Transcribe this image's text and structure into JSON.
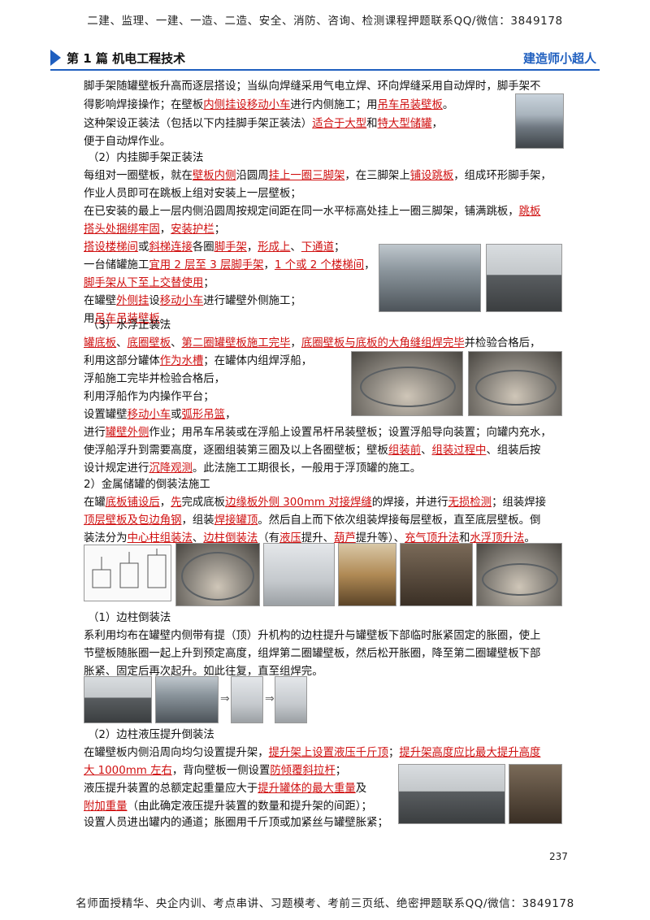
{
  "header": {
    "banner": "二建、监理、一建、一造、二造、安全、消防、咨询、检测课程押题联系QQ/微信：3849178",
    "chapter": "第 1 篇  机电工程技术",
    "brand": "建造师小超人"
  },
  "body": {
    "l1": "脚手架随罐壁板升高而逐层搭设；当纵向焊缝采用气电立焊、环向焊缝采用自动焊时，脚手架不",
    "l2a": "得影响焊接操作；在壁板",
    "l2b": "内侧挂设移动小车",
    "l2c": "进行内侧施工；用",
    "l2d": "吊车吊装壁板",
    "l2e": "。",
    "l3a": "这种架设正装法（包括以下内挂脚手架正装法）",
    "l3b": "适合于大型",
    "l3c": "和",
    "l3d": "特大型储罐",
    "l3e": "，",
    "l4": "便于自动焊作业。",
    "h2": "（2）内挂脚手架正装法",
    "l5a": "每组对一圈壁板，就在",
    "l5b": "壁板内侧",
    "l5c": "沿圆周",
    "l5d": "挂上一圈三脚架",
    "l5e": "，在三脚架上",
    "l5f": "铺设跳板",
    "l5g": "，组成环形脚手架，",
    "l6": "作业人员即可在跳板上组对安装上一层壁板；",
    "l7a": "在已安装的最上一层内侧沿圆周按规定间距在同一水平标高处挂上一圈三脚架，铺满跳板，",
    "l7b": "跳板",
    "l8a": "搭头处捆绑牢固",
    "l8b": "，",
    "l8c": "安装护栏",
    "l8d": "；",
    "l9a": "搭设楼梯间",
    "l9b": "或",
    "l9c": "斜梯连接",
    "l9d": "各圈",
    "l9e": "脚手架",
    "l9f": "，",
    "l9g": "形成上",
    "l9h": "、",
    "l9i": "下通道",
    "l9j": "；",
    "l10a": "一台储罐施工",
    "l10b": "宜用 2 层至 3 层脚手架",
    "l10c": "，",
    "l10d": "1 个或 2 个楼梯间",
    "l10e": "，",
    "l11a": "脚手架从下至上交替使用",
    "l11b": "；",
    "l12a": "在罐壁",
    "l12b": "外侧挂",
    "l12c": "设",
    "l12d": "移动小车",
    "l12e": "进行罐壁外侧施工；",
    "l13a": "用",
    "l13b": "吊车吊装壁板",
    "l13c": "。",
    "h3": "（3）水浮正装法",
    "l14a": "罐底板",
    "l14b": "、",
    "l14c": "底圈壁板",
    "l14d": "、",
    "l14e": "第二圈罐壁板施工完毕",
    "l14f": "，",
    "l14g": "底圈壁板与底板的大角缝组焊完毕",
    "l14h": "并检验合格后，",
    "l15a": "利用这部分罐体",
    "l15b": "作为水槽",
    "l15c": "；在罐体内组焊浮船，",
    "l16": "浮船施工完毕并检验合格后，",
    "l17": "利用浮船作为内操作平台；",
    "l18a": "设置罐壁",
    "l18b": "移动小车",
    "l18c": "或",
    "l18d": "弧形吊篮",
    "l18e": "，",
    "l19a": "进行",
    "l19b": "罐壁外侧",
    "l19c": "作业；用吊车吊装或在浮船上设置吊杆吊装壁板；设置浮船导向装置；向罐内充水，",
    "l20": "使浮船浮升到需要高度，逐圈组装第三圈及以上各圈壁板；壁板",
    "l20b": "组装前",
    "l20c": "、",
    "l20d": "组装过程中",
    "l20e": "、组装后按",
    "l21a": "设计规定进行",
    "l21b": "沉降观测",
    "l21c": "。此法施工工期很长，一般用于浮顶罐的施工。",
    "h4": "2）金属储罐的倒装法施工",
    "l22a": "在罐",
    "l22b": "底板铺设后",
    "l22c": "，",
    "l22d": "先",
    "l22e": "完成底板",
    "l22f": "边缘板外侧 300mm 对接焊缝",
    "l22g": "的焊接，并进行",
    "l22h": "无损检测",
    "l22i": "；组装焊接",
    "l23a": "顶层壁板及包边角钢",
    "l23b": "，组装",
    "l23c": "焊接罐顶",
    "l23d": "。然后自上而下依次组装焊接每层壁板，直至底层壁板。倒",
    "l24a": "装法分为",
    "l24b": "中心柱组装法",
    "l24c": "、",
    "l24d": "边柱倒装法",
    "l24e": "（有",
    "l24f": "液压",
    "l24g": "提升、",
    "l24h": "葫芦",
    "l24i": "提升等）、",
    "l24j": "充气顶升法",
    "l24k": "和",
    "l24l": "水浮顶升法",
    "l24m": "。",
    "h5": "（1）边柱倒装法",
    "l25": "系利用均布在罐壁内侧带有提（顶）升机构的边柱提升与罐壁板下部临时胀紧固定的胀圈，使上",
    "l26": "节壁板随胀圈一起上升到预定高度，组焊第二圈罐壁板，然后松开胀圈，降至第二圈罐壁板下部",
    "l27": "胀紧、固定后再次起升。如此往复，直至组焊完。",
    "h6": "（2）边柱液压提升倒装法",
    "l28a": "在罐壁板内侧沿周向均匀设置提升架，",
    "l28b": "提升架上设置液压千斤顶",
    "l28c": "；",
    "l28d": "提升架高度应比最大提升高度",
    "l29a": "大 1000mm 左右",
    "l29b": "，背向壁板一侧设置",
    "l29c": "防倾覆斜拉杆",
    "l29d": "；",
    "l30a": "液压提升装置的总额定起重量应大于",
    "l30b": "提升罐体的最大重量",
    "l30c": "及",
    "l31a": "附加重量",
    "l31b": "（由此确定液压提升装置的数量和提升架的间距）；",
    "l32": "设置人员进出罐内的通道；胀圈用千斤顶或加紧丝与罐壁胀紧；"
  },
  "footer": {
    "page_number": "237",
    "banner": "名师面授精华、央企内训、考点串讲、习题模考、考前三页纸、绝密押题联系QQ/微信：3849178"
  }
}
